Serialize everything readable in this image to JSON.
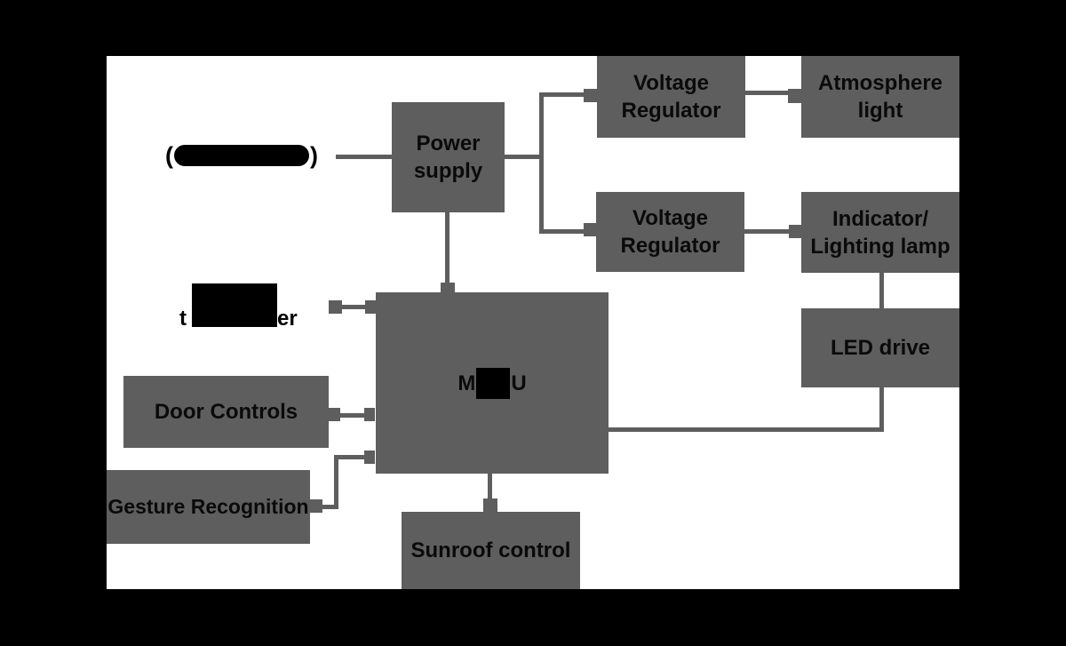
{
  "diagram": {
    "type": "block-diagram",
    "nodes": {
      "power_input": {
        "visible_prefix": "(",
        "visible_suffix": ")",
        "redacted": true
      },
      "power_supply": {
        "label": "Power supply"
      },
      "voltage_regulator_top": {
        "label": "Voltage Regulator"
      },
      "voltage_regulator_bottom": {
        "label": "Voltage Regulator"
      },
      "atmosphere_light": {
        "label": "Atmosphere light"
      },
      "indicator_lighting_lamp": {
        "label": "Indicator/ Lighting lamp"
      },
      "led_drive": {
        "label": "LED drive"
      },
      "mcu": {
        "visible_prefix": "M",
        "visible_suffix": "U",
        "redacted": true
      },
      "transceiver": {
        "visible_prefix": "t",
        "visible_suffix": "er",
        "redacted": true
      },
      "door_controls": {
        "label": "Door Controls"
      },
      "gesture_recognition": {
        "label": "Gesture Recognition"
      },
      "sunroof_control": {
        "label": "Sunroof control"
      }
    },
    "edges": [
      {
        "from": "power_input",
        "to": "power_supply"
      },
      {
        "from": "power_supply",
        "to": "voltage_regulator_top"
      },
      {
        "from": "power_supply",
        "to": "voltage_regulator_bottom"
      },
      {
        "from": "voltage_regulator_top",
        "to": "atmosphere_light"
      },
      {
        "from": "voltage_regulator_bottom",
        "to": "indicator_lighting_lamp"
      },
      {
        "from": "indicator_lighting_lamp",
        "to": "led_drive"
      },
      {
        "from": "led_drive",
        "to": "mcu"
      },
      {
        "from": "power_supply",
        "to": "mcu"
      },
      {
        "from": "transceiver",
        "to": "mcu"
      },
      {
        "from": "door_controls",
        "to": "mcu"
      },
      {
        "from": "gesture_recognition",
        "to": "mcu"
      },
      {
        "from": "mcu",
        "to": "sunroof_control"
      }
    ],
    "colors": {
      "node_fill": "#5e5e5e",
      "connector": "#5e5e5e",
      "canvas": "#ffffff",
      "background": "#000000",
      "label_text": "#0a0a0a",
      "redaction": "#000000"
    }
  }
}
